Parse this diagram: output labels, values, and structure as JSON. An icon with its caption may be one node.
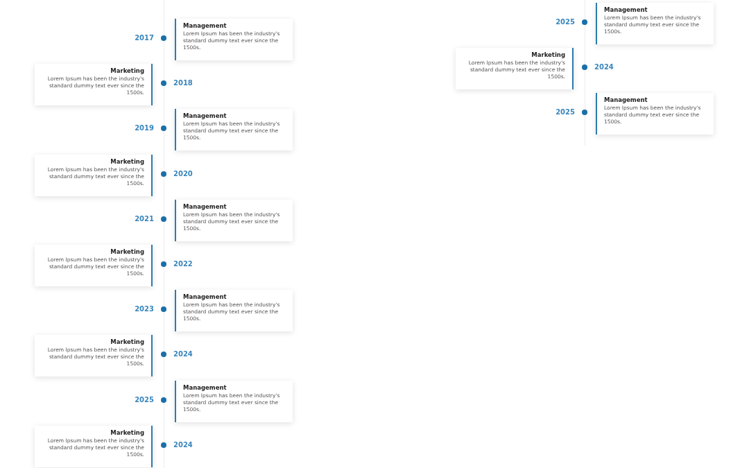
{
  "diagram": {
    "nodes": [
      {
        "text": [
          "Management",
          "Lorem Ipsum has been the industry's standard dummy text ever since the 1500s."
        ],
        "beside": [
          "2017"
        ]
      },
      {
        "text": [
          "Marketing",
          "Lorem Ipsum has been the industry's standard dummy text ever since the 1500s."
        ],
        "beside": [
          "2018"
        ]
      },
      {
        "text": [
          "Management",
          "Lorem Ipsum has been the industry's standard dummy text ever since the 1500s."
        ],
        "beside": [
          "2019"
        ]
      },
      {
        "text": [
          "Marketing",
          "Lorem Ipsum has been the industry's standard dummy text ever since the 1500s."
        ],
        "beside": [
          "2020"
        ]
      },
      {
        "text": [
          "Management",
          "Lorem Ipsum has been the industry's standard dummy text ever since the 1500s."
        ],
        "beside": [
          "2021"
        ]
      },
      {
        "text": [
          "Marketing",
          "Lorem Ipsum has been the industry's standard dummy text ever since the 1500s."
        ],
        "beside": [
          "2022"
        ]
      },
      {
        "text": [
          "Management",
          "Lorem Ipsum has been the industry's standard dummy text ever since the 1500s."
        ],
        "beside": [
          "2023"
        ]
      },
      {
        "text": [
          "Marketing",
          "Lorem Ipsum has been the industry's standard dummy text ever since the 1500s."
        ],
        "beside": [
          "2024"
        ]
      },
      {
        "text": [
          "Management",
          "Lorem Ipsum has been the industry's standard dummy text ever since the 1500s."
        ],
        "beside": [
          "2025"
        ]
      },
      {
        "text": [
          "Marketing",
          "Lorem Ipsum has been the industry's standard dummy text ever since the 1500s."
        ],
        "beside": [
          "2024"
        ]
      },
      {
        "text": [
          "Management",
          "Lorem Ipsum has been the industry's standard dummy text ever since the 1500s."
        ],
        "beside": [
          "2025"
        ]
      },
      {
        "text": [
          "Marketing",
          "Lorem Ipsum has been the industry's standard dummy text ever since the 1500s."
        ],
        "beside": [
          "2024"
        ]
      },
      {
        "text": [
          "Management",
          "Lorem Ipsum has been the industry's standard dummy text ever since the 1500s."
        ],
        "beside": [
          "2025"
        ]
      }
    ]
  }
}
